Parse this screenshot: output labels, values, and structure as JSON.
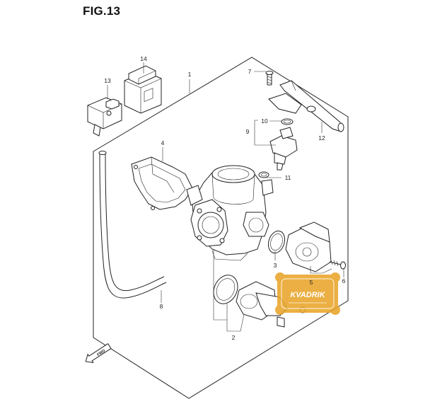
{
  "figure": {
    "title": "FIG.13"
  },
  "callouts": [
    {
      "id": "1",
      "label": "1"
    },
    {
      "id": "2",
      "label": "2"
    },
    {
      "id": "3",
      "label": "3"
    },
    {
      "id": "4",
      "label": "4"
    },
    {
      "id": "5",
      "label": "5"
    },
    {
      "id": "6",
      "label": "6"
    },
    {
      "id": "7",
      "label": "7"
    },
    {
      "id": "8",
      "label": "8"
    },
    {
      "id": "9",
      "label": "9"
    },
    {
      "id": "10",
      "label": "10"
    },
    {
      "id": "11",
      "label": "11"
    },
    {
      "id": "12",
      "label": "12"
    },
    {
      "id": "13",
      "label": "13"
    },
    {
      "id": "14",
      "label": "14"
    }
  ],
  "direction_marker": {
    "text": "FWD"
  },
  "watermark": {
    "brand": "KVADRIK",
    "color": "#e9a52a"
  }
}
